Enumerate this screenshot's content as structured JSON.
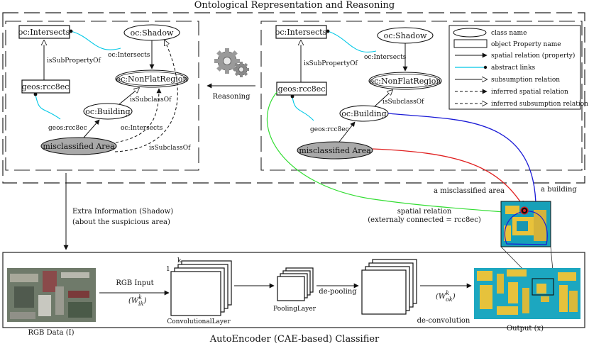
{
  "title_top": "Ontological Representation and Reasoning",
  "title_bottom": "AutoEncoder (CAE-based) Classifier",
  "left_panel": {
    "nodes": {
      "intersects": "oc:Intersects",
      "shadow": "oc:Shadow",
      "rcc8": "geos:rcc8ec",
      "nonflat": "oc:NonFlatRegion",
      "building": "oc:Building",
      "misclassified": "misclassified Area"
    },
    "edges": {
      "intersects_link": "oc:Intersects",
      "subproperty": "isSubPropertyOf",
      "subclass": "isSubclassOf",
      "rcc8_link": "geos:rcc8ec",
      "inferred_intersects": "oc:Intersects",
      "inferred_subclass": "isSubclassOf"
    }
  },
  "reasoning_label": "Reasoning",
  "right_panel": {
    "nodes": {
      "intersects": "oc:Intersects",
      "shadow": "oc:Shadow",
      "rcc8": "geos:rcc8ec",
      "nonflat": "oc:NonFlatRegion",
      "building": "oc:Building",
      "misclassified": "misclassified Area"
    },
    "edges": {
      "intersects_link": "oc:Intersects",
      "subproperty": "isSubPropertyOf",
      "subclass": "isSubclassOf",
      "rcc8_link": "geos:rcc8ec"
    }
  },
  "legend": {
    "class_name": "class name",
    "object_property": "object Property name",
    "spatial_relation": "spatial relation (property)",
    "abstract_links": "abstract links",
    "subsumption": "subsumption relation",
    "inferred_spatial": "inferred spatial relation",
    "inferred_subsumption": "inferred subsumption relation"
  },
  "annotations": {
    "extra_info_line1": "Extra Information (Shadow)",
    "extra_info_line2": "(about the suspicious area)",
    "misclassified_area": "a misclassified area",
    "a_building": "a building",
    "spatial_relation_line1": "spatial relation",
    "spatial_relation_line2": "(externaly connected = rcc8ec)"
  },
  "cae": {
    "rgb_data": "RGB Data (I)",
    "rgb_input": "RGB Input",
    "w_ik": "(W",
    "w_ik_sup": "k",
    "w_ik_sub": "ik",
    "conv_layer": "ConvolutionalLayer",
    "stack_label_1": "1",
    "stack_label_k": "k",
    "pooling_layer": "PoolingLayer",
    "de_pooling": "de-pooling",
    "w_ok": "(W",
    "w_ok_sup": "k",
    "w_ok_sub": "ok",
    "de_convolution": "de-convolution",
    "output": "Output (x)"
  },
  "colors": {
    "abstract_link": "#00c8e6",
    "red_curve": "#e02020",
    "blue_curve": "#1a1ad6",
    "green_curve": "#33dd33",
    "misclassified_fill": "#a9a9a9"
  }
}
